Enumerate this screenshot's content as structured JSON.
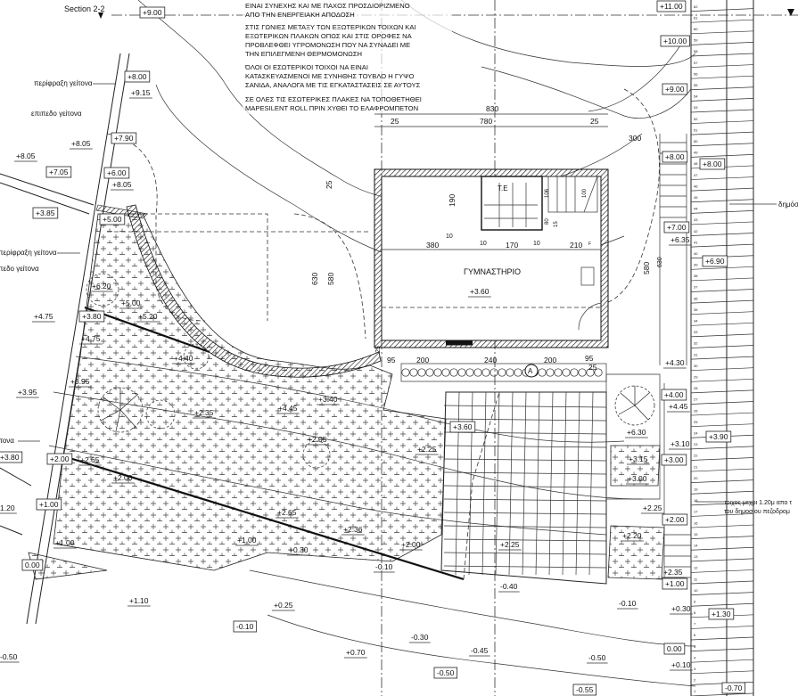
{
  "section_label": "Section 2-2",
  "notes": [
    "ΕΙΝΑΙ ΣΥΝΕΧΗΣ ΚΑΙ ΜΕ ΠΑΧΟΣ ΠΡΟΣΔΙΟΡΙΖΜΕΝΟ",
    "ΑΠΟ ΤΗΝ ΕΝΕΡΓΕΙΑΚΗ ΑΠΟΔΟΣΗ",
    "ΣΤΙΣ ΓΩΝΙΕΣ ΜΕΤΑΞΥ ΤΩΝ ΕΞΩΤΕΡΙΚΩΝ ΤΟΙΧΩΝ ΚΑΙ",
    "ΕΞΩΤΕΡΙΚΩΝ ΠΛΑΚΩΝ ΟΠΩΣ ΚΑΙ ΣΤΙΣ ΟΡΟΦΕΣ ΝΑ",
    "ΠΡΟΒΛΕΦΘΕΙ ΥΓΡΟΜΟΝΩΣΗ ΠΟΥ ΝΑ ΣΥΝΑΔΕΙ ΜΕ",
    "ΤΗΝ ΕΠΙΛΕΓΜΕΝΗ ΘΕΡΜΟΜΟΝΩΣΗ",
    "ΌΛΟΙ ΟΙ ΕΣΩΤΕΡΙΚΟΙ ΤΟΙΧΟΙ ΝΑ ΕΙΝΑΙ",
    "ΚΑΤΑΣΚΕΥΑΣΜΕΝΟΙ ΜΕ ΣΥΝΗΘΗΣ ΤΟΥΒΛΟ Η ΓΥΨΟ",
    "ΣΑΝΙΔΑ, ΑΝΑΛΟΓΑ ΜΕ ΤΙΣ ΕΓΚΑΤΑΣΤΑΣΕΙΣ ΣΕ ΑΥΤΟΥΣ",
    "ΣΕ ΟΛΕΣ ΤΙΣ ΕΣΩΤΕΡΙΚΕΣ ΠΛΑΚΕΣ ΝΑ ΤΟΠΟΘΕΤΗΘΕΙ",
    "MAPESILENT ROLL ΠΡΙΝ ΧΥΘΕΙ ΤΟ ΕΛΑΦΡΟΜΠΕΤΟΝ"
  ],
  "labels": {
    "neighbor_fence": "περίφραξη γείτονα",
    "neighbor_level": "επιπεδο γείτονα",
    "neighbor_fence_2": "περίφραξη γείτονα",
    "neighbor_level_2": "πεδο γείτονα",
    "neighbor_3": "ίτονα",
    "room": "ΓΥΜΝΑΣΤΗΡΙΟ",
    "wc": "T.E",
    "public": "δημόσ",
    "wall_note_1": "τοιχος μεχρι 1.20μ απο τ",
    "wall_note_2": "του δημοσιου πεζοδρομ",
    "marker_a": "A",
    "fridge": "F"
  },
  "boxed_levels": [
    "+9.00",
    "+11.00",
    "+10.00",
    "+9.00",
    "+8.00",
    "+7.90",
    "+7.05",
    "+6.00",
    "+3.85",
    "+8.00",
    "+8.00",
    "+7.00",
    "+6.90",
    "+3.80",
    "0.00",
    "-0.10",
    "-0.50",
    "-0.55",
    "-0.70",
    "+1.30",
    "+3.90",
    "+4.00",
    "+3.00",
    "+2.00",
    "+1.00",
    "0.00",
    "+5.00",
    "+3.80",
    "+2.00",
    "+1.00",
    "+3.60"
  ],
  "levels": [
    "+9.15",
    "+8.05",
    "+8.05",
    "+8.05",
    "+4.75",
    "+3.95",
    "+3.60",
    "+4.30",
    "+3.10",
    "+2.25",
    "+0.30",
    "+0.10",
    "-0.10",
    "+2.20",
    "+2.65",
    "+2.36",
    "+2.00",
    "+2.25",
    "+1.00",
    "+0.30",
    "-0.10",
    "-0.40",
    "+0.25",
    "-0.30",
    "-0.45",
    "+0.70",
    "-0.50",
    "+1.10",
    "+2.35",
    "+2.25",
    "+2.05",
    "+3.40",
    "+4.45",
    "+4.40",
    "+5.00",
    "+6.20",
    "+5.20",
    "+4.75",
    "+3.95",
    "+2.65",
    "+2.00",
    "+1.00",
    "+6.35",
    "+3.15",
    "+3.00",
    "+4.45",
    "1.20",
    "+6.30",
    "+2.35",
    "-0.50"
  ],
  "dimensions": [
    "830",
    "780",
    "25",
    "25",
    "300",
    "25",
    "630",
    "580",
    "190",
    "380",
    "170",
    "210",
    "200",
    "240",
    "200",
    "95",
    "95",
    "25",
    "580",
    "630",
    "10",
    "10",
    "10",
    "106",
    "80",
    "15",
    "100",
    "25"
  ],
  "stair_steps": [
    62,
    61,
    60,
    59,
    58,
    57,
    56,
    55,
    54,
    53,
    52,
    51,
    50,
    49,
    48,
    47,
    46,
    45,
    44,
    43,
    42,
    41,
    40,
    39,
    38,
    37,
    36,
    35,
    34,
    33,
    32,
    31,
    30,
    29,
    28,
    27,
    26,
    25,
    24,
    23,
    22,
    21,
    20,
    19,
    18,
    17,
    16,
    15,
    14,
    13,
    12,
    11,
    10,
    9,
    8,
    7,
    6,
    5,
    4,
    3,
    2,
    1
  ]
}
